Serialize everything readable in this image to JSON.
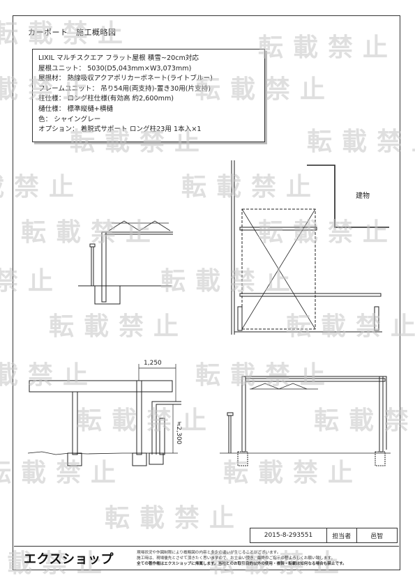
{
  "doc_title": "カーポート　施工概略図",
  "spec": {
    "lines": [
      "LIXIL マルチスクエア フラット屋根 積雪~20cm対応",
      "屋根ユニット： 5030(D5,043mm×W3,073mm)",
      "屋根材： 熱線吸収アクアポリカーボネート(ライトブルー)",
      "フレームユニット： 吊り54用(両支持)-置き30用(片支持)",
      "柱仕様： ロング柱仕様(有効高 約2,600mm)",
      "樋仕様： 標準縦樋+横樋",
      "色： シャイングレー",
      "オプション： 着脱式サポート ロング柱23用 1本入×1"
    ]
  },
  "labels": {
    "building": "建物",
    "dim_width": "1,250",
    "dim_height": "≒2,300"
  },
  "watermark": "転載禁止",
  "title_block": {
    "order_no": "2015-8-293551",
    "person_label": "担当者",
    "person": "邑智"
  },
  "footer": {
    "logo": "エクスショップ",
    "note1": "現場状況や作図制限により概略図の内容と多少の違いが生じることがございます。",
    "note2": "施工時は、現場優先とさせて頂きたく思いますので、お立会い頂き、最終のご指示の程よろしくお願い致します。",
    "note3": "全ての著作権はエクスショップに帰属します。当社とのお取引目的以外の使用・複製・転載は如何なる場合も禁止です。"
  }
}
